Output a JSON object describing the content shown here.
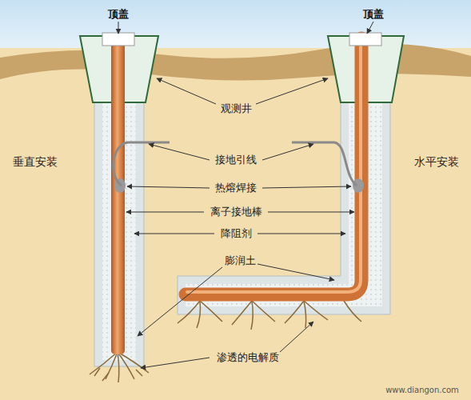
{
  "diagram": {
    "labels": [
      "顶盖",
      "顶盖",
      "观测井",
      "垂直安装",
      "接地引线",
      "水平安装",
      "热熔焊接",
      "离子接地棒",
      "降阻剂",
      "膨润土",
      "渗透的电解质",
      "www.diangon.com"
    ]
  }
}
